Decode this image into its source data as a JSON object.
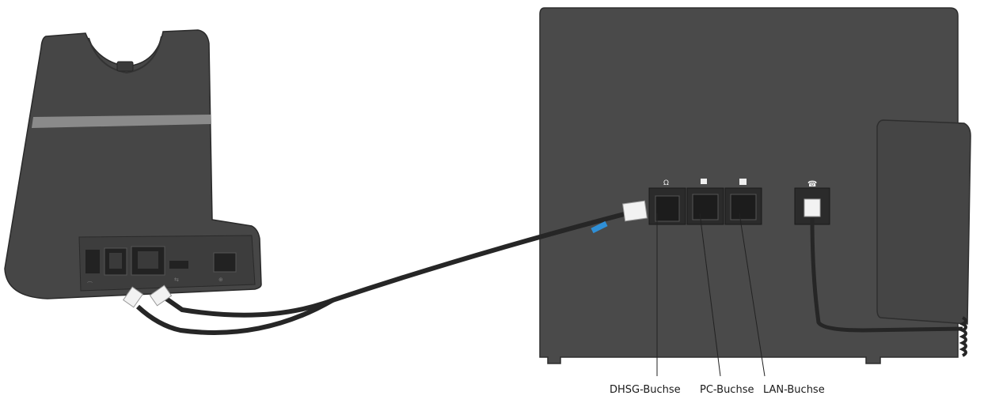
{
  "labels": {
    "dhsg": "DHSG-Buchse",
    "pc": "PC-Buchse",
    "lan": "LAN-Buchse"
  },
  "icons": {
    "headset_port": "headset-icon",
    "pc_port": "computer-icon",
    "lan_port": "network-icon",
    "handset_port": "handset-icon"
  },
  "colors": {
    "device_body": "#4a4a4a",
    "cable": "#2a2a2a",
    "cable_marker": "#2f8fd6",
    "port_fill": "#2b2b2b",
    "connector": "#f2f2f2"
  }
}
